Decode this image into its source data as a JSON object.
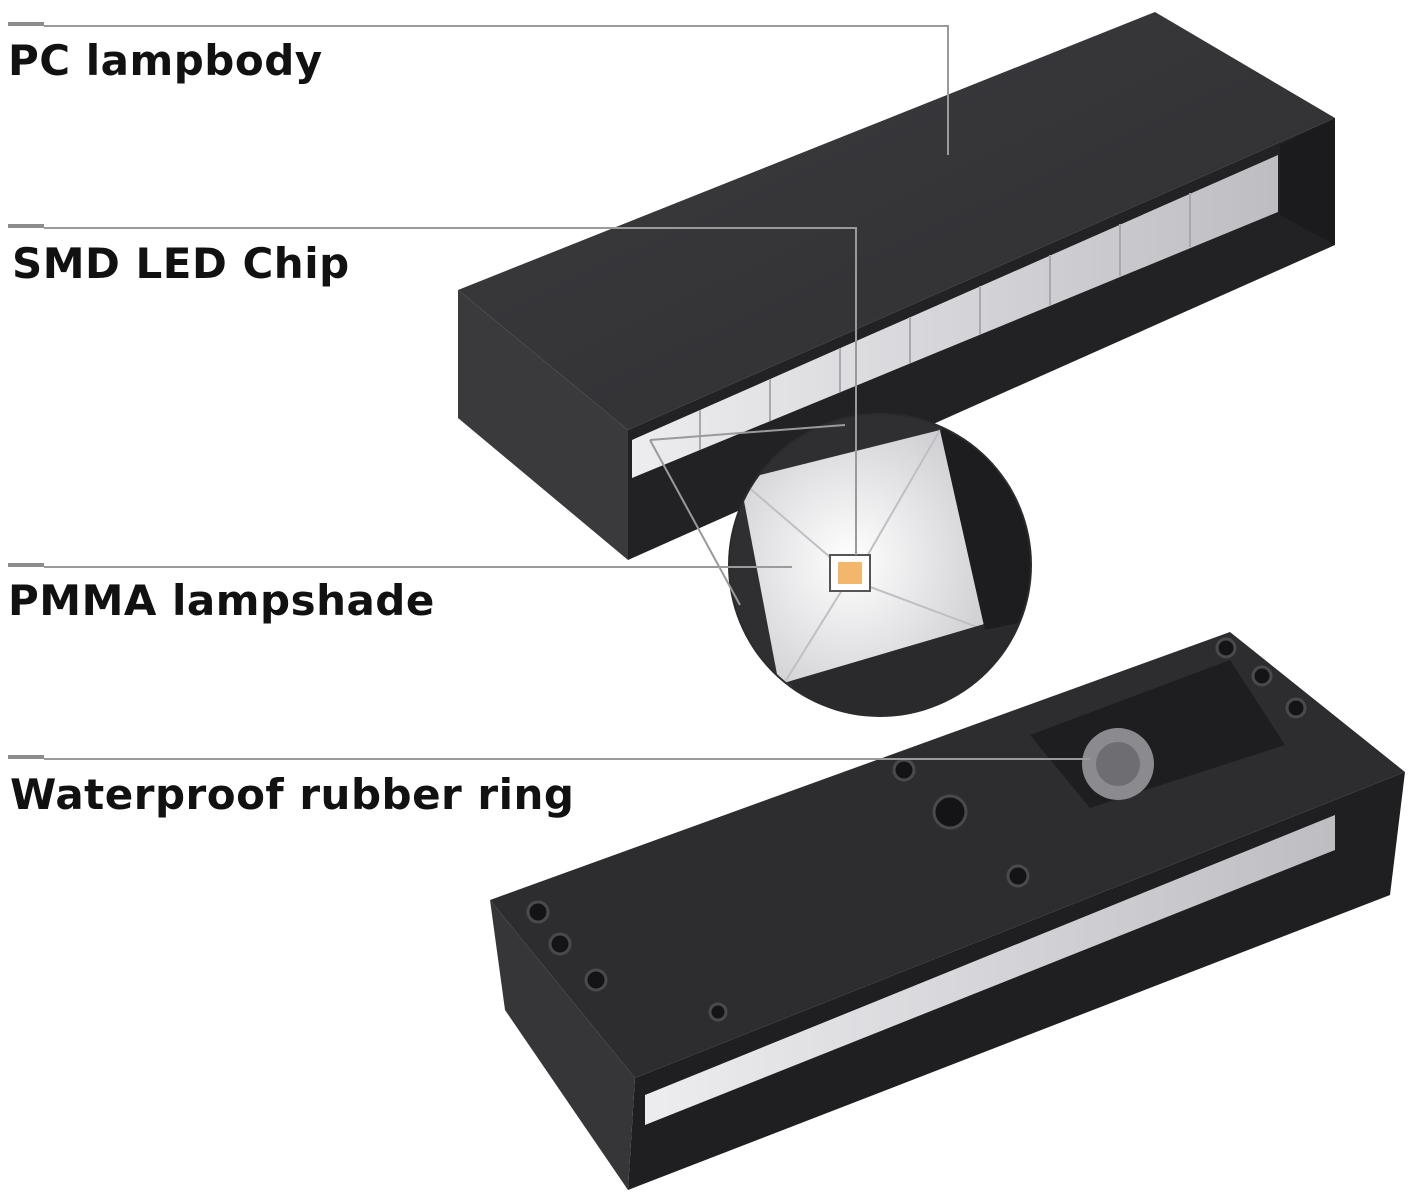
{
  "labels": {
    "pc_lampbody": "PC lampbody",
    "smd_led_chip": "SMD LED Chip",
    "pmma_lampshade": "PMMA lampshade",
    "waterproof_rubber_ring": "Waterproof rubber ring"
  },
  "colors": {
    "lamp_body": "#333335",
    "lamp_body_dark": "#232325",
    "lamp_side": "#2b2b2d",
    "lampshade": "#e9e9ec",
    "led_chip": "#f2b76a",
    "leader_line": "#9a9a9a",
    "label_text": "#111111"
  }
}
